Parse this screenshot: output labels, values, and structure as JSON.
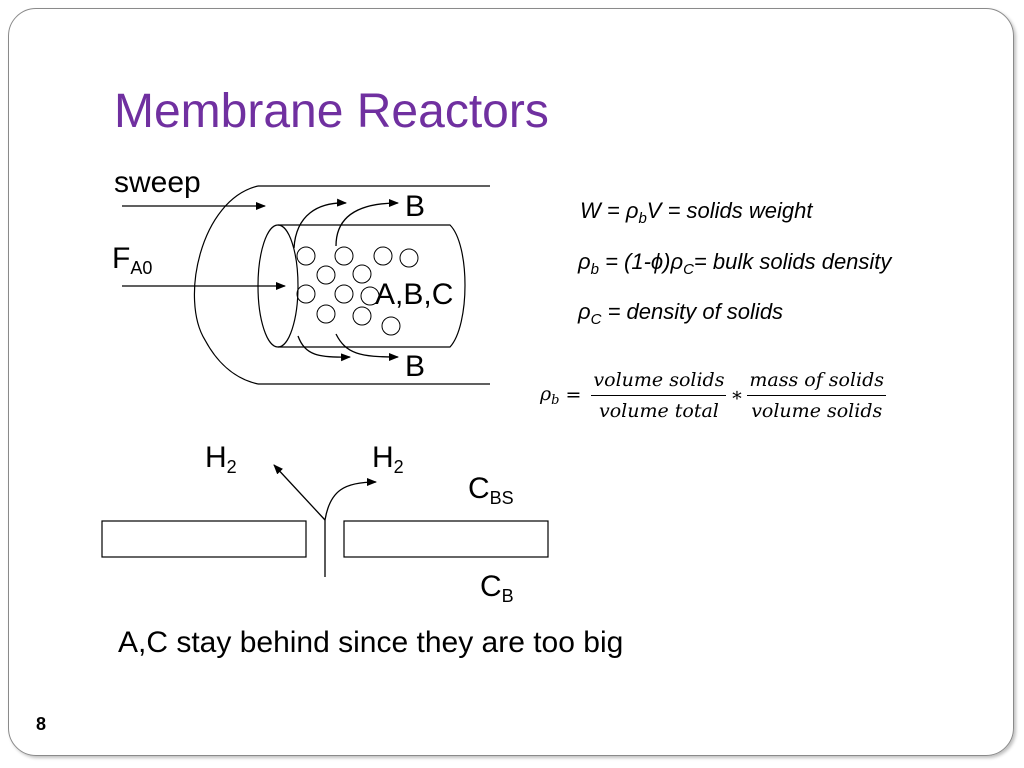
{
  "title": "Membrane Reactors",
  "diagram": {
    "sweep": "sweep",
    "fa0_main": "F",
    "fa0_sub": "A0",
    "b_top": "B",
    "b_bottom": "B",
    "abc": "A,B,C"
  },
  "equations": {
    "eq1_w": "W = ρ",
    "eq1_sub": "b",
    "eq1_rest": "V = solids weight",
    "eq2_rho": "ρ",
    "eq2_sub": "b",
    "eq2_mid": " = (1-ϕ)ρ",
    "eq2_sub2": "C",
    "eq2_rest": "= bulk solids density",
    "eq3_rho": "ρ",
    "eq3_sub": "C",
    "eq3_rest": " = density of solids"
  },
  "formula": {
    "lhs": "ρ",
    "lhs_sub": "b",
    "equals": "=",
    "num1": "volume solids",
    "den1": "volume total",
    "times": "∗",
    "num2": "mass of solids",
    "den2": "volume solids"
  },
  "membrane": {
    "h2_left": "H",
    "h2_left_sub": "2",
    "h2_right": "H",
    "h2_right_sub": "2",
    "cbs_main": "C",
    "cbs_sub": "BS",
    "cb_main": "C",
    "cb_sub": "B"
  },
  "bottom_text": "A,C stay behind since they are too big",
  "page_number": "8"
}
